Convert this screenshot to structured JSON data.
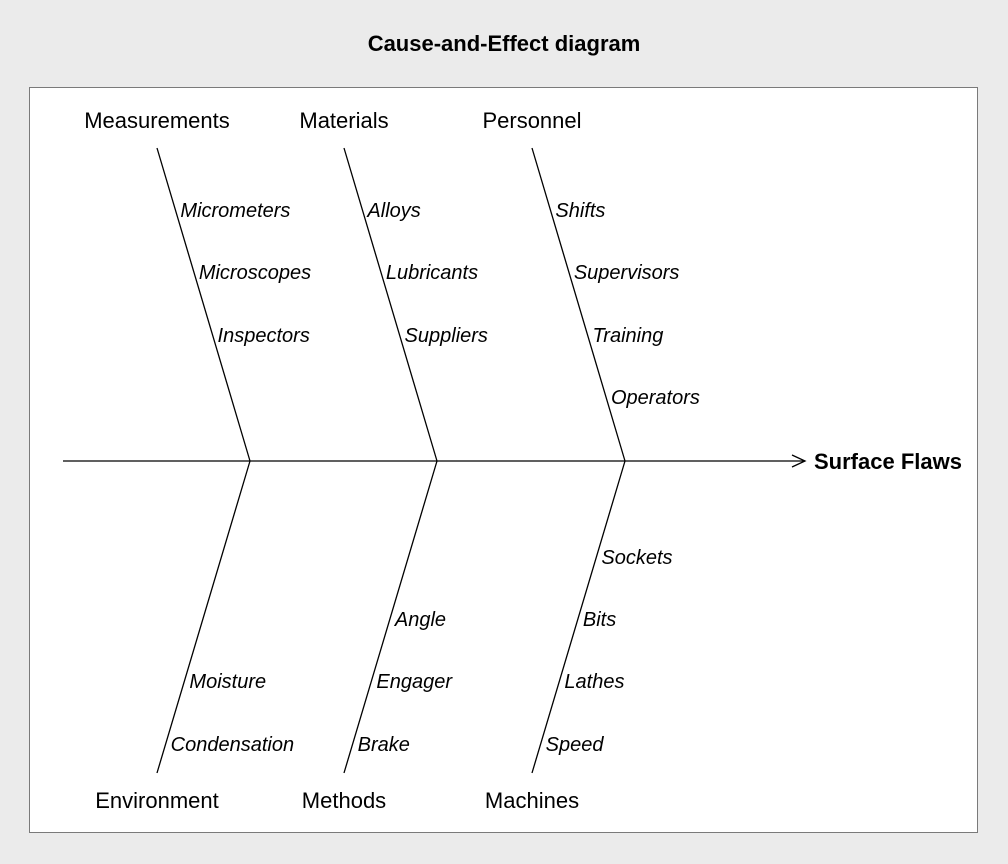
{
  "title": "Cause-and-Effect diagram",
  "effect": "Surface Flaws",
  "categories": {
    "top": [
      {
        "name": "Measurements",
        "causes": [
          "Micrometers",
          "Microscopes",
          "Inspectors"
        ]
      },
      {
        "name": "Materials",
        "causes": [
          "Alloys",
          "Lubricants",
          "Suppliers"
        ]
      },
      {
        "name": "Personnel",
        "causes": [
          "Shifts",
          "Supervisors",
          "Training",
          "Operators"
        ]
      }
    ],
    "bottom": [
      {
        "name": "Environment",
        "causes": [
          "Moisture",
          "Condensation"
        ]
      },
      {
        "name": "Methods",
        "causes": [
          "Angle",
          "Engager",
          "Brake"
        ]
      },
      {
        "name": "Machines",
        "causes": [
          "Sockets",
          "Bits",
          "Lathes",
          "Speed"
        ]
      }
    ]
  },
  "colors": {
    "background": "#ebebeb",
    "panel": "#ffffff",
    "line": "#000000"
  }
}
